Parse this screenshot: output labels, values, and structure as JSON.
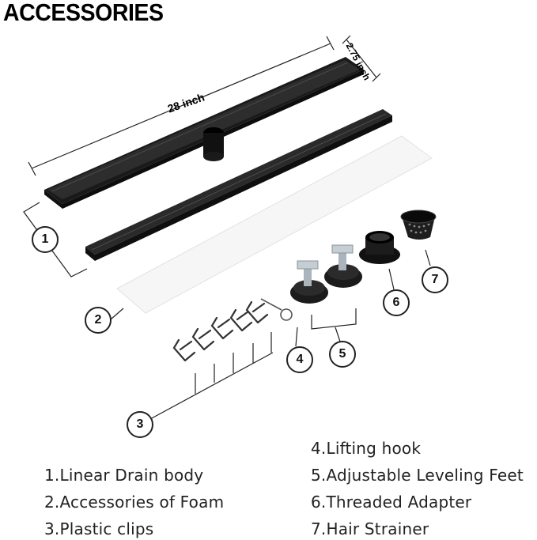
{
  "title": "ACCESSORIES",
  "dimensions": {
    "length": "28 inch",
    "width": "2.75 inch"
  },
  "callouts": [
    "1",
    "2",
    "3",
    "4",
    "5",
    "6",
    "7"
  ],
  "legend": [
    "1.Linear Drain body",
    "2.Accessories of Foam",
    "3.Plastic clips",
    "4.Lifting hook",
    "5.Adjustable Leveling Feet",
    "6.Threaded Adapter",
    "7.Hair Strainer"
  ],
  "colors": {
    "product": "#1c1c1c",
    "foam": "#f7f7f7",
    "outline": "#222222"
  }
}
